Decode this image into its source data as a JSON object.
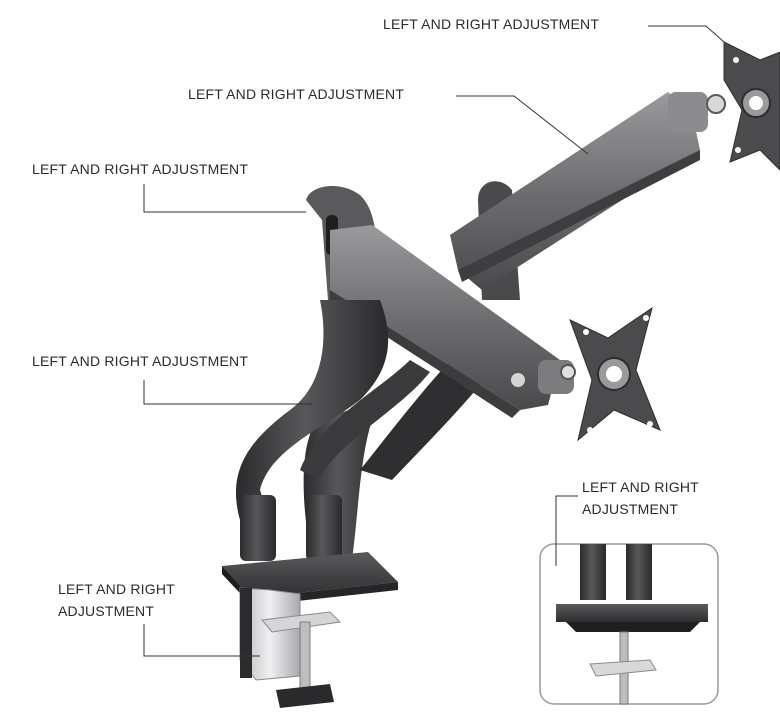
{
  "callouts": {
    "top_right": "LEFT AND RIGHT ADJUSTMENT",
    "upper_arm": "LEFT AND RIGHT ADJUSTMENT",
    "left_top": "LEFT AND RIGHT ADJUSTMENT",
    "left_mid": "LEFT AND RIGHT ADJUSTMENT",
    "base_left": {
      "line1": "LEFT AND RIGHT",
      "line2": "ADJUSTMENT"
    },
    "inset": {
      "line1": "LEFT AND RIGHT",
      "line2": "ADJUSTMENT"
    }
  },
  "colors": {
    "arm_dark": "#3a3a3c",
    "arm_mid": "#6b6b6e",
    "arm_light": "#8e8e91",
    "plate": "#7a7a7d",
    "clamp_silver": "#d9d9db",
    "line": "#333333",
    "inset_border": "#9a9a9a"
  },
  "icons": {
    "monitor_mount_top": "vesa-plate-icon",
    "monitor_mount_bottom": "vesa-plate-icon",
    "clamp": "desk-clamp-icon"
  }
}
